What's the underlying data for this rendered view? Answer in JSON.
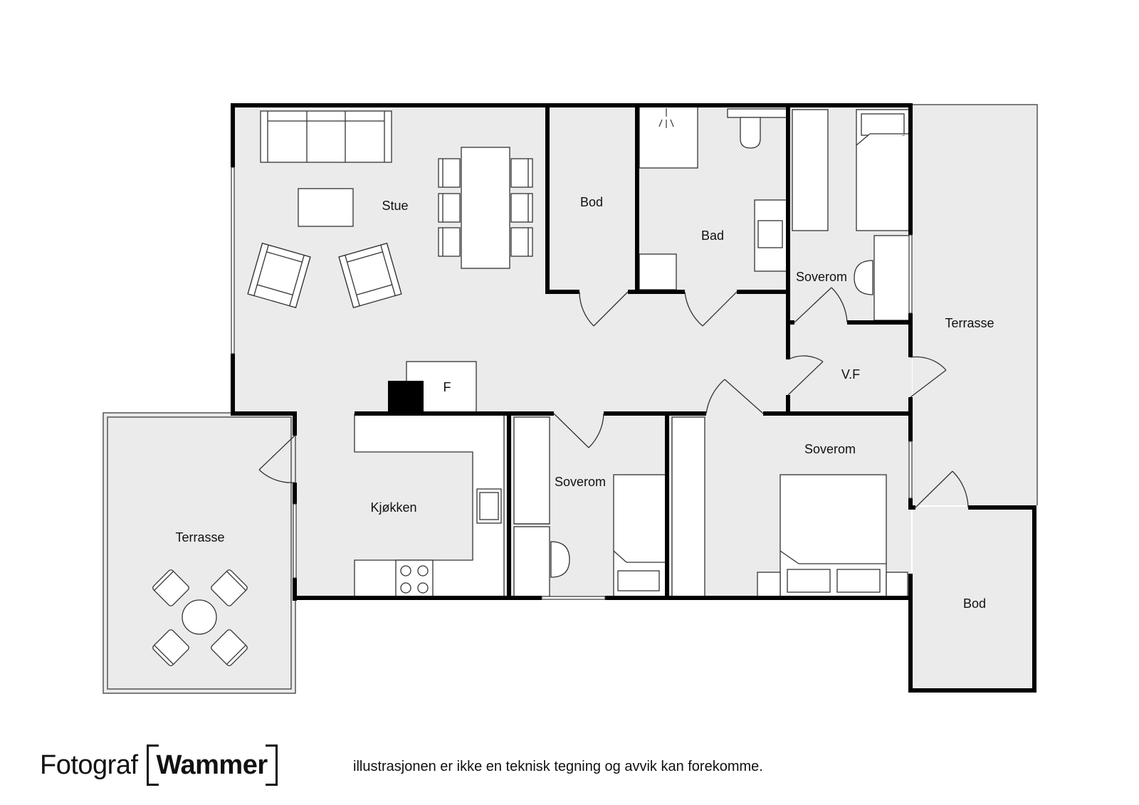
{
  "rooms": {
    "stue": "Stue",
    "bod_top": "Bod",
    "bad": "Bad",
    "soverom_top": "Soverom",
    "terrasse_right": "Terrasse",
    "vf": "V.F",
    "fireplace": "F",
    "kjokken": "Kjøkken",
    "soverom_small": "Soverom",
    "soverom_large": "Soverom",
    "terrasse_left": "Terrasse",
    "bod_bottom": "Bod"
  },
  "footer": {
    "brand_left": "Fotograf",
    "brand_right": "Wammer",
    "disclaimer": "illustrasjonen er ikke en teknisk tegning og avvik kan forekomme."
  },
  "colors": {
    "floor": "#ebebeb",
    "wall": "#000000",
    "furniture": "#ffffff",
    "text": "#111111"
  }
}
